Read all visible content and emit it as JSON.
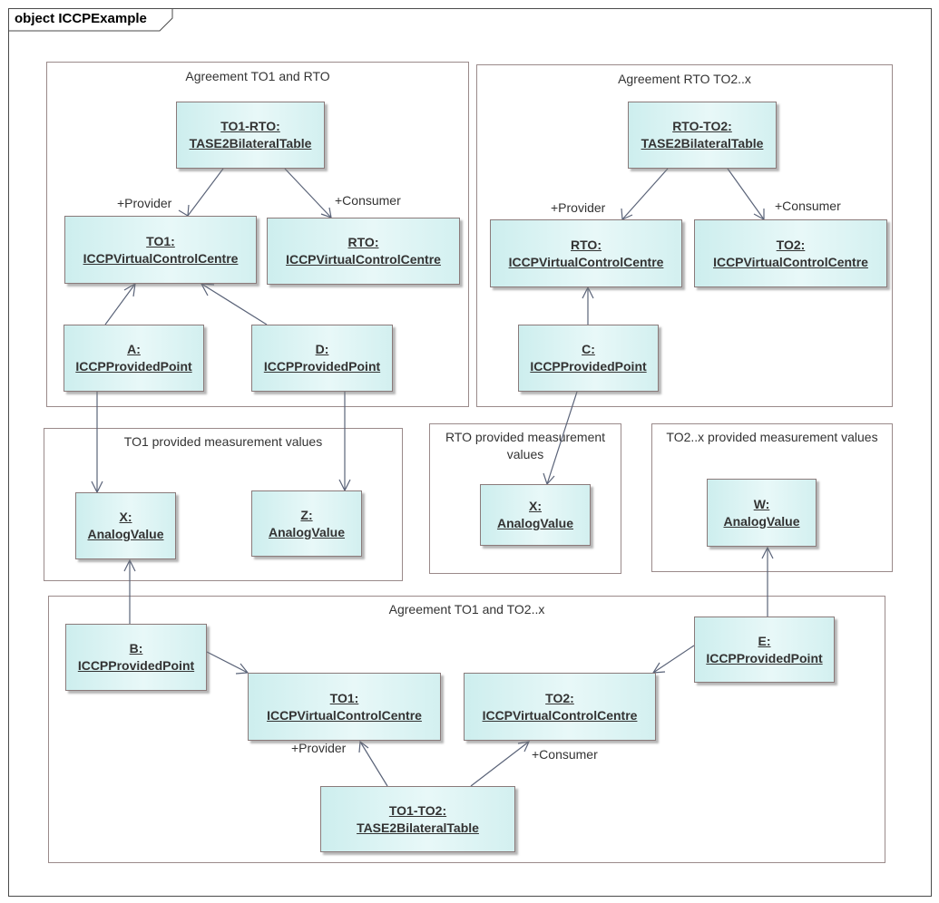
{
  "diagram": {
    "title": "object ICCPExample"
  },
  "packages": {
    "p1": "Agreement TO1 and RTO",
    "p2": "Agreement RTO TO2..x",
    "p3": "TO1 provided measurement values",
    "p4": "RTO provided measurement values",
    "p5": "TO2..x provided measurement values",
    "p6": "Agreement TO1 and TO2..x"
  },
  "objects": {
    "to1_rto_table": {
      "name": "TO1-RTO:",
      "class": "TASE2BilateralTable"
    },
    "to1_a": {
      "name": "TO1:",
      "class": "ICCPVirtualControlCentre"
    },
    "rto_a": {
      "name": "RTO:",
      "class": "ICCPVirtualControlCentre"
    },
    "a_point": {
      "name": "A:",
      "class": "ICCPProvidedPoint"
    },
    "d_point": {
      "name": "D:",
      "class": "ICCPProvidedPoint"
    },
    "rto_to2_table": {
      "name": "RTO-TO2:",
      "class": "TASE2BilateralTable"
    },
    "rto_b": {
      "name": "RTO:",
      "class": "ICCPVirtualControlCentre"
    },
    "to2_a": {
      "name": "TO2:",
      "class": "ICCPVirtualControlCentre"
    },
    "c_point": {
      "name": "C:",
      "class": "ICCPProvidedPoint"
    },
    "x_value_1": {
      "name": "X:",
      "class": "AnalogValue"
    },
    "z_value": {
      "name": "Z:",
      "class": "AnalogValue"
    },
    "x_value_2": {
      "name": "X:",
      "class": "AnalogValue"
    },
    "w_value": {
      "name": "W:",
      "class": "AnalogValue"
    },
    "b_point": {
      "name": "B:",
      "class": "ICCPProvidedPoint"
    },
    "to1_b": {
      "name": "TO1:",
      "class": "ICCPVirtualControlCentre"
    },
    "to2_b": {
      "name": "TO2:",
      "class": "ICCPVirtualControlCentre"
    },
    "e_point": {
      "name": "E:",
      "class": "ICCPProvidedPoint"
    },
    "to1_to2_table": {
      "name": "TO1-TO2:",
      "class": "TASE2BilateralTable"
    }
  },
  "roles": {
    "provider": "+Provider",
    "consumer": "+Consumer"
  },
  "colors": {
    "object_fill": "#d9f3f3",
    "object_border": "#8a7a7a",
    "link": "#5a6378"
  }
}
